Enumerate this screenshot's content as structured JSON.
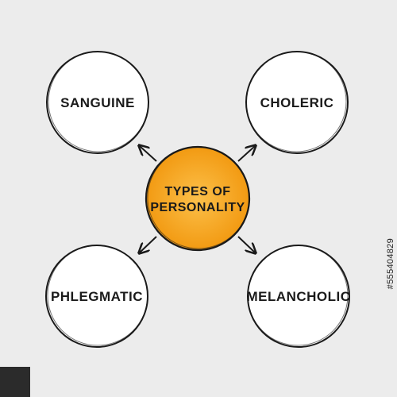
{
  "diagram": {
    "center": {
      "label_line1": "TYPES OF",
      "label_line2": "PERSONALITY"
    },
    "nodes": [
      {
        "id": "sanguine",
        "label": "SANGUINE"
      },
      {
        "id": "choleric",
        "label": "CHOLERIC"
      },
      {
        "id": "phlegmatic",
        "label": "PHLEGMATIC"
      },
      {
        "id": "melancholic",
        "label": "MELANCHOLIC"
      }
    ]
  },
  "watermark": {
    "stock_id": "#555404829"
  },
  "colors": {
    "center_fill": "#f5a21b",
    "center_inner": "#fbb93a",
    "stroke": "#1a1a1a",
    "background": "#ececec"
  }
}
